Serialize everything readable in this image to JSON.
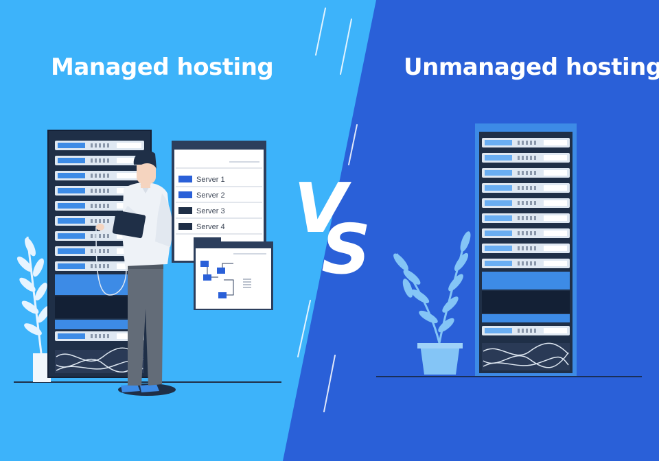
{
  "managed": {
    "title": "Managed hosting"
  },
  "unmanaged": {
    "title": "Unmanaged hosting"
  },
  "vs": {
    "letter_v": "V",
    "letter_s": "S"
  },
  "server_window": {
    "items": [
      {
        "label": "Server 1",
        "icon": "server-icon"
      },
      {
        "label": "Server 2",
        "icon": "server-icon"
      },
      {
        "label": "Server 3",
        "icon": "server-icon"
      },
      {
        "label": "Server 4",
        "icon": "server-icon"
      }
    ]
  },
  "colors": {
    "left_bg": "#3db3fa",
    "right_bg": "#2a60d8",
    "rack_dark": "#1f2f47",
    "rack_light": "#3d8be6",
    "window_frame": "#2c3e5c",
    "plant_left": "#e7f4ff",
    "plant_right": "#84c5f6"
  }
}
